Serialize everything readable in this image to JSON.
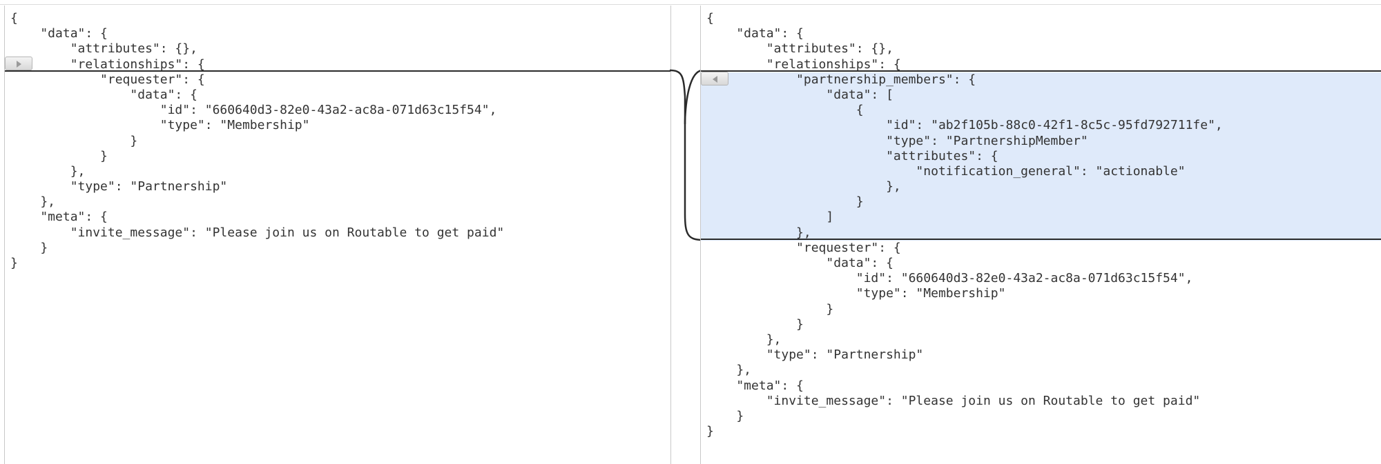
{
  "left_pane": {
    "lines": [
      "{",
      "    \"data\": {",
      "        \"attributes\": {},",
      "        \"relationships\": {",
      "            \"requester\": {",
      "                \"data\": {",
      "                    \"id\": \"660640d3-82e0-43a2-ac8a-071d63c15f54\",",
      "                    \"type\": \"Membership\"",
      "                }",
      "            }",
      "        },",
      "        \"type\": \"Partnership\"",
      "    },",
      "    \"meta\": {",
      "        \"invite_message\": \"Please join us on Routable to get paid\"",
      "    }",
      "}"
    ]
  },
  "right_pane": {
    "lines": [
      "{",
      "    \"data\": {",
      "        \"attributes\": {},",
      "        \"relationships\": {",
      "            \"partnership_members\": {",
      "                \"data\": [",
      "                    {",
      "                        \"id\": \"ab2f105b-88c0-42f1-8c5c-95fd792711fe\",",
      "                        \"type\": \"PartnershipMember\"",
      "                        \"attributes\": {",
      "                            \"notification_general\": \"actionable\"",
      "                        },",
      "                    }",
      "                ]",
      "            },",
      "            \"requester\": {",
      "                \"data\": {",
      "                    \"id\": \"660640d3-82e0-43a2-ac8a-071d63c15f54\",",
      "                    \"type\": \"Membership\"",
      "                }",
      "            }",
      "        },",
      "        \"type\": \"Partnership\"",
      "    },",
      "    \"meta\": {",
      "        \"invite_message\": \"Please join us on Routable to get paid\"",
      "    }",
      "}"
    ],
    "highlight_colour": "#dfeafa"
  },
  "icons": {
    "expand": "expand-arrow-icon",
    "collapse": "collapse-arrow-icon"
  }
}
